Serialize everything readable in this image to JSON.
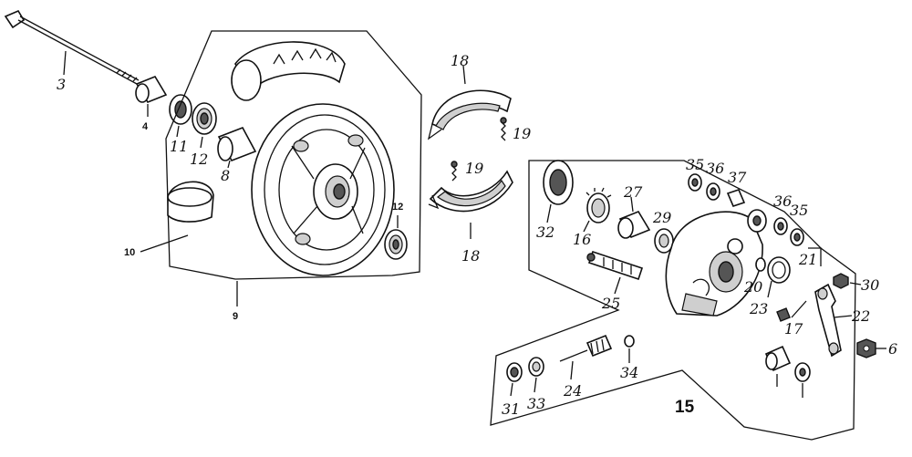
{
  "callouts": {
    "axle": "3",
    "collar_left": "4",
    "seal_left": "11",
    "bearing_left": "12",
    "spacer": "8",
    "bearing_right": "12",
    "hub": "10",
    "wheel": "9",
    "shoe_upper": "18",
    "spring_upper": "19",
    "spring_lower": "19",
    "shoe_lower": "18",
    "panel_seal": "32",
    "gear_16": "16",
    "gear_27": "27",
    "gear_29": "29",
    "shaft_25": "25",
    "washer_35a": "35",
    "washer_36a": "36",
    "pin_37": "37",
    "washer_36b": "36",
    "washer_35b": "35",
    "spring_21": "21",
    "seal_20": "20",
    "bolt_23": "23",
    "bolt_17": "17",
    "arm_22": "22",
    "nut_30": "30",
    "nut_6": "6",
    "washer_31": "31",
    "washer_33": "33",
    "gear_24": "24",
    "clip_34": "34",
    "assembly": "15"
  }
}
